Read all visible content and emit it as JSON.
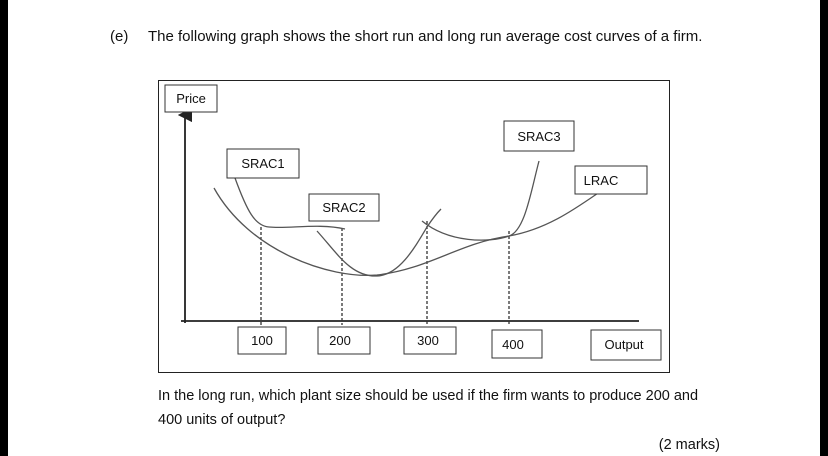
{
  "question": {
    "number": "(e)",
    "text": "The following graph shows the short run and long run average cost curves of a firm."
  },
  "graph": {
    "y_axis_label": "Price",
    "x_axis_label": "Output",
    "curve_labels": {
      "srac1": "SRAC1",
      "srac2": "SRAC2",
      "srac3": "SRAC3",
      "lrac": "LRAC"
    },
    "output_ticks": [
      "100",
      "200",
      "300",
      "400"
    ]
  },
  "followup": {
    "line1": "In the long run, which plant size should be used if the firm wants to produce 200 and",
    "line2": "400 units of output?"
  },
  "marks": "(2 marks)"
}
